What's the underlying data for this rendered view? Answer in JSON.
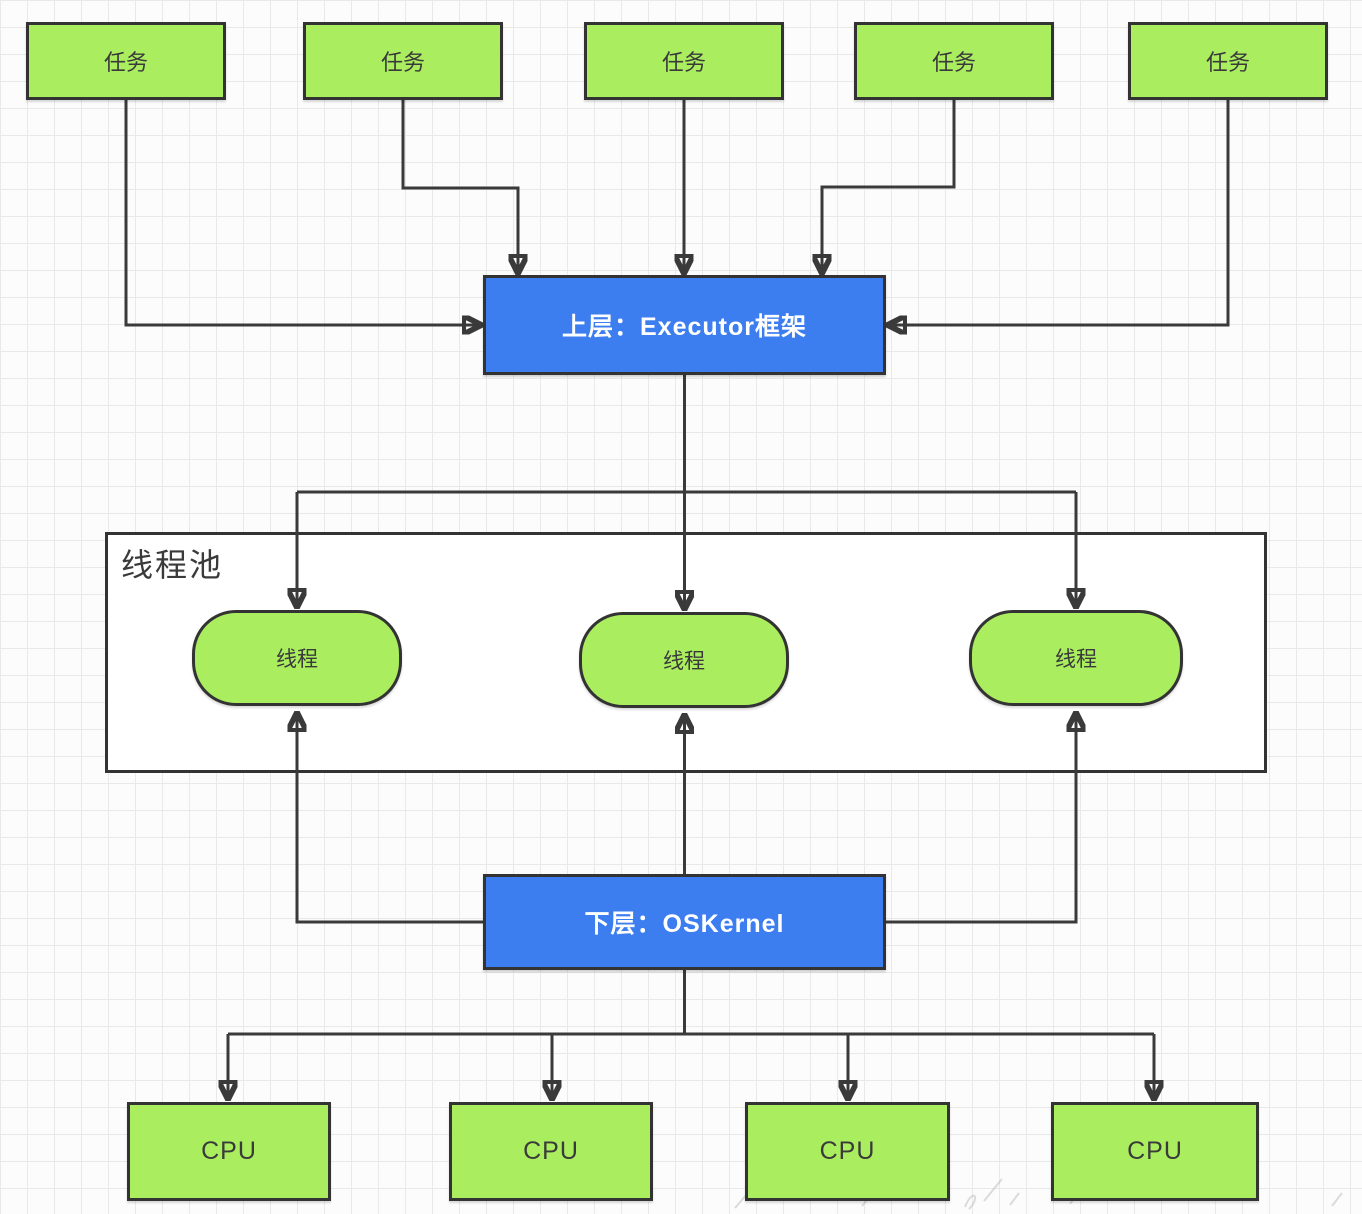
{
  "colors": {
    "green": "#aaee5f",
    "blue": "#3c7df0",
    "border": "#333333",
    "line": "#3a3a3a",
    "container-bg": "#ffffff",
    "grid-line": "#e9e9e9",
    "canvas-bg": "#fcfcfc",
    "text-dark": "#3a3a3a",
    "text-light": "#ffffff"
  },
  "tasks": [
    {
      "label": "任务"
    },
    {
      "label": "任务"
    },
    {
      "label": "任务"
    },
    {
      "label": "任务"
    },
    {
      "label": "任务"
    }
  ],
  "executor": {
    "label": "上层：Executor框架"
  },
  "thread_pool": {
    "label": "线程池",
    "threads": [
      {
        "label": "线程"
      },
      {
        "label": "线程"
      },
      {
        "label": "线程"
      }
    ]
  },
  "os_kernel": {
    "label": "下层：OSKernel"
  },
  "cpus": [
    {
      "label": "CPU"
    },
    {
      "label": "CPU"
    },
    {
      "label": "CPU"
    },
    {
      "label": "CPU"
    }
  ]
}
